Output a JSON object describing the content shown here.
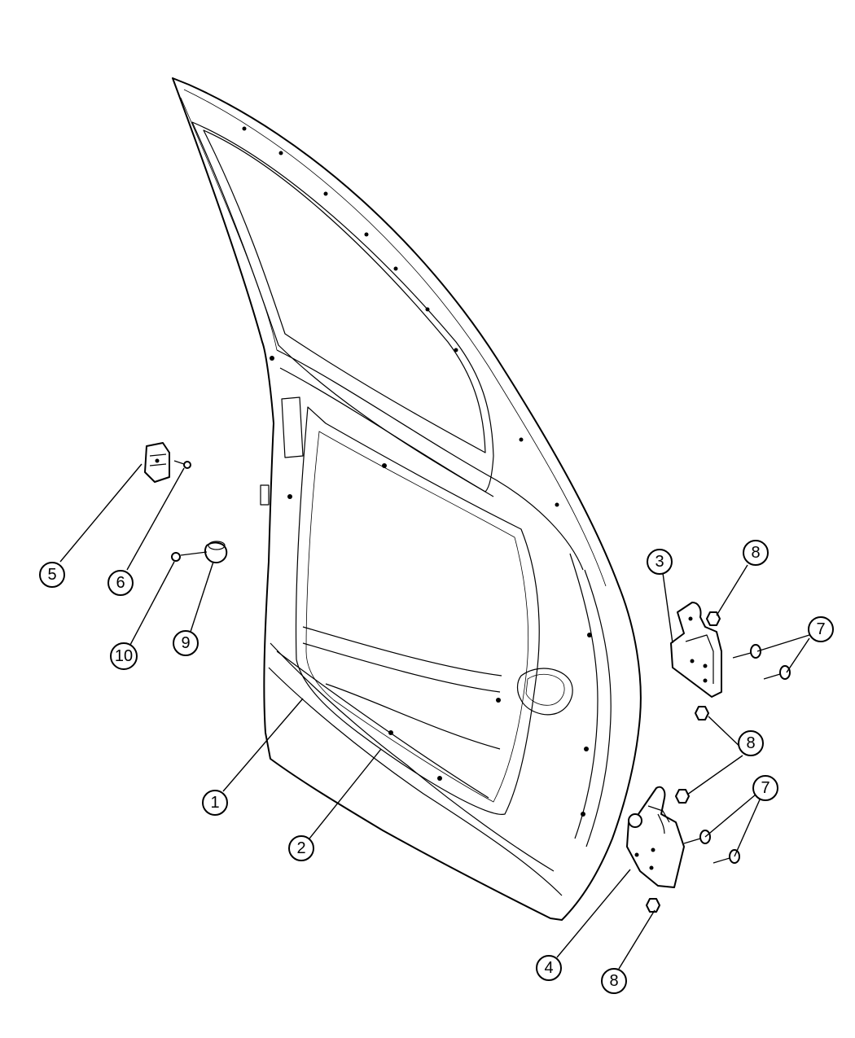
{
  "diagram": {
    "callouts": [
      {
        "id": "callout-1",
        "label": "1"
      },
      {
        "id": "callout-2",
        "label": "2"
      },
      {
        "id": "callout-3",
        "label": "3"
      },
      {
        "id": "callout-4",
        "label": "4"
      },
      {
        "id": "callout-5",
        "label": "5"
      },
      {
        "id": "callout-6",
        "label": "6"
      },
      {
        "id": "callout-7-upper",
        "label": "7"
      },
      {
        "id": "callout-7-lower",
        "label": "7"
      },
      {
        "id": "callout-8-top",
        "label": "8"
      },
      {
        "id": "callout-8-middle",
        "label": "8"
      },
      {
        "id": "callout-8-bottom",
        "label": "8"
      },
      {
        "id": "callout-9",
        "label": "9"
      },
      {
        "id": "callout-10",
        "label": "10"
      }
    ]
  }
}
